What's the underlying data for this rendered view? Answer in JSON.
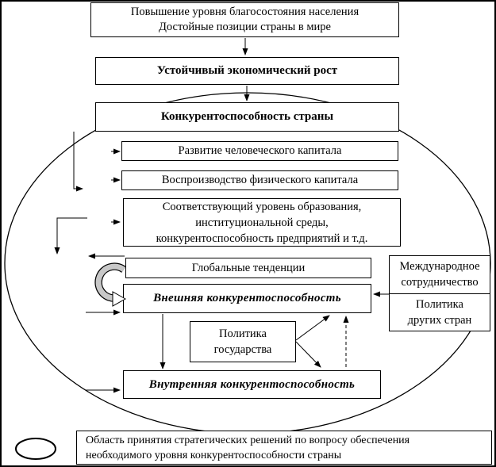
{
  "colors": {
    "ink": "#000000",
    "paper": "#ffffff",
    "curl_gray": "#c8c8c8"
  },
  "boxes": {
    "goal": {
      "line1": "Повышение уровня благосостояния населения",
      "line2": "Достойные позиции страны в мире"
    },
    "growth": {
      "label": "Устойчивый экономический рост"
    },
    "country_competitiveness": {
      "label": "Конкурентоспособность страны"
    },
    "human_capital": {
      "label": "Развитие человеческого капитала"
    },
    "physical_capital": {
      "label": "Воспроизводство физического капитала"
    },
    "education": {
      "line1": "Соответствующий уровень образования,",
      "line2": "институциональной среды,",
      "line3": "конкурентоспособность предприятий и т.д."
    },
    "global_trends": {
      "label": "Глобальные тенденции"
    },
    "external_competitiveness": {
      "label": "Внешняя конкурентоспособность"
    },
    "state_policy": {
      "line1": "Политика",
      "line2": "государства"
    },
    "internal_competitiveness": {
      "label": "Внутренняя конкурентоспособность"
    },
    "international": {
      "top_line1": "Международное",
      "top_line2": "сотрудничество",
      "bottom_line1": "Политика",
      "bottom_line2": "других стран"
    }
  },
  "legend": {
    "line1": "Область принятия стратегических решений по вопросу обеспечения",
    "line2": "необходимого уровня конкурентоспособности страны"
  }
}
